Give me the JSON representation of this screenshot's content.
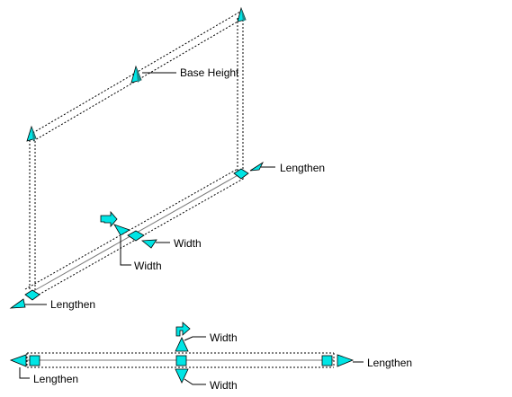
{
  "colors": {
    "grip_fill": "#00e5e5",
    "grip_dark": "#1a8f8f",
    "outline": "#000000",
    "background": "#ffffff"
  },
  "labels": {
    "base_height": "Base Height",
    "lengthen_right": "Lengthen",
    "width_right": "Width",
    "width_below": "Width",
    "lengthen_left": "Lengthen",
    "plan_width_top": "Width",
    "plan_width_bottom": "Width",
    "plan_lengthen_right": "Lengthen",
    "plan_lengthen_left": "Lengthen"
  },
  "icons": {
    "lengthen_grip": "triangle-arrow-icon",
    "width_grip": "triangle-arrow-icon",
    "location_grip": "square-grip-icon",
    "base_height_grip": "cone-grip-icon",
    "edit_direction": "bent-arrow-icon"
  }
}
